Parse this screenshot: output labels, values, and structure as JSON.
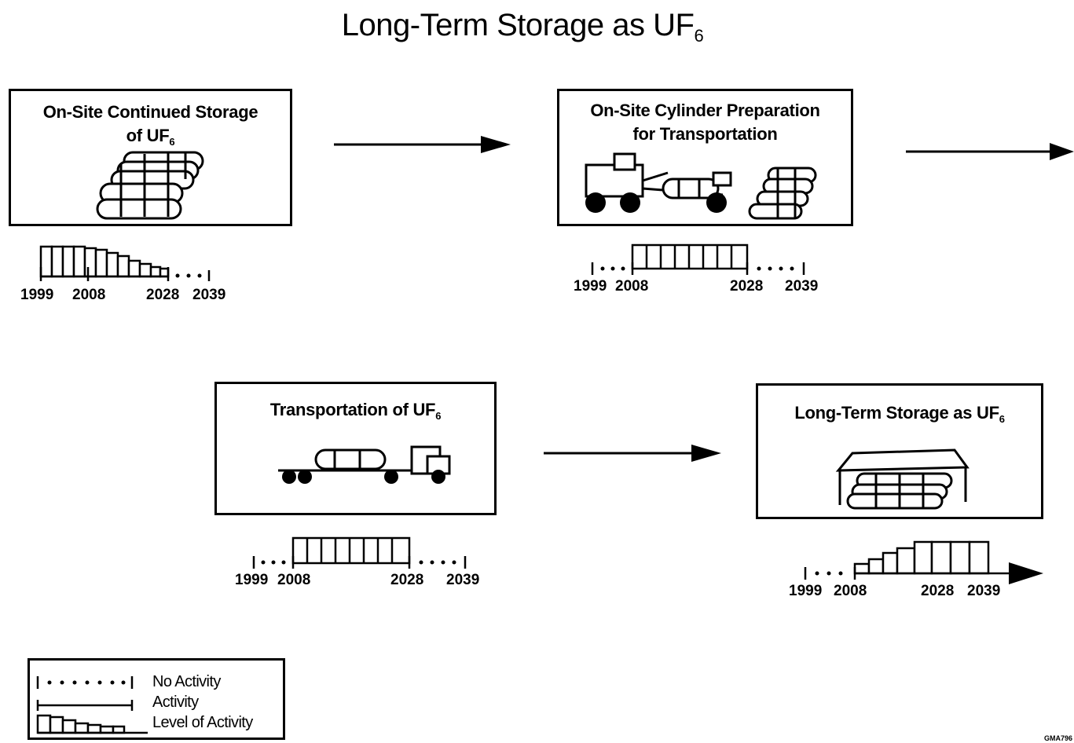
{
  "title": {
    "text": "Long-Term Storage as UF",
    "subscript": "6"
  },
  "steps": [
    {
      "id": "onsite-storage",
      "title_line1": "On-Site Continued Storage",
      "title_line2": "of UF",
      "title_sub": "6",
      "timeline": {
        "years": [
          "1999",
          "2008",
          "2028",
          "2039"
        ],
        "activity": "decreasing levels 1999-2028, no activity 2028-2039"
      }
    },
    {
      "id": "cylinder-prep",
      "title_line1": "On-Site Cylinder Preparation",
      "title_line2": "for Transportation",
      "timeline": {
        "years": [
          "1999",
          "2008",
          "2028",
          "2039"
        ],
        "activity": "constant level 2008-2028"
      }
    },
    {
      "id": "transportation",
      "title_line1": "Transportation of UF",
      "title_sub": "6",
      "timeline": {
        "years": [
          "1999",
          "2008",
          "2028",
          "2039"
        ],
        "activity": "constant level 2008-2028"
      }
    },
    {
      "id": "long-term-storage",
      "title_line1": "Long-Term Storage as UF",
      "title_sub": "6",
      "timeline": {
        "years": [
          "1999",
          "2008",
          "2028",
          "2039"
        ],
        "activity": "increasing levels from 2008, continuing beyond 2039"
      }
    }
  ],
  "legend": {
    "no_activity": "No Activity",
    "activity": "Activity",
    "level_of_activity": "Level of Activity"
  },
  "figure_code": "GMA796"
}
